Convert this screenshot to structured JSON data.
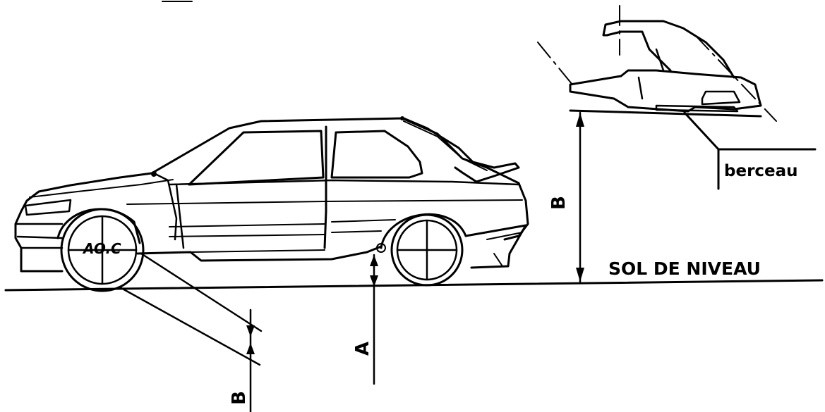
{
  "labels": {
    "berceau": "berceau",
    "sol_de_niveau": "SOL DE NIVEAU",
    "dim_b_right": "B",
    "dim_b_bottom": "B",
    "dim_a": "A",
    "wheel_marking": "AO.C"
  },
  "colors": {
    "ink": "#000000",
    "paper": "#ffffff"
  }
}
